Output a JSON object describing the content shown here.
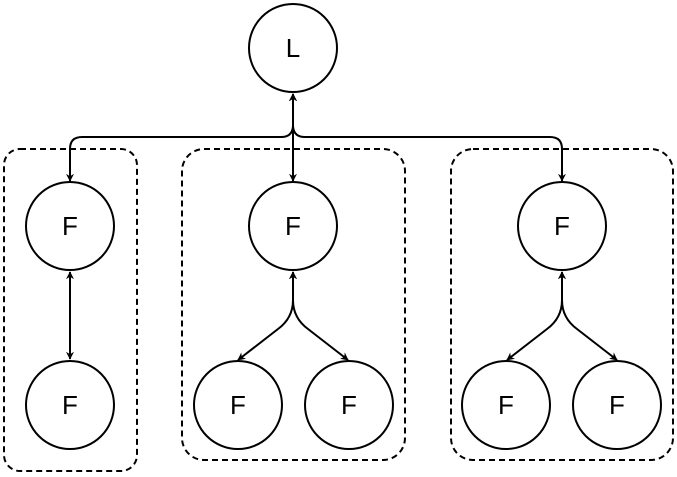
{
  "diagram": {
    "leader": {
      "label": "L"
    },
    "groups": [
      {
        "head": {
          "label": "F"
        },
        "members": [
          {
            "label": "F"
          }
        ]
      },
      {
        "head": {
          "label": "F"
        },
        "members": [
          {
            "label": "F"
          },
          {
            "label": "F"
          }
        ]
      },
      {
        "head": {
          "label": "F"
        },
        "members": [
          {
            "label": "F"
          },
          {
            "label": "F"
          }
        ]
      }
    ]
  }
}
